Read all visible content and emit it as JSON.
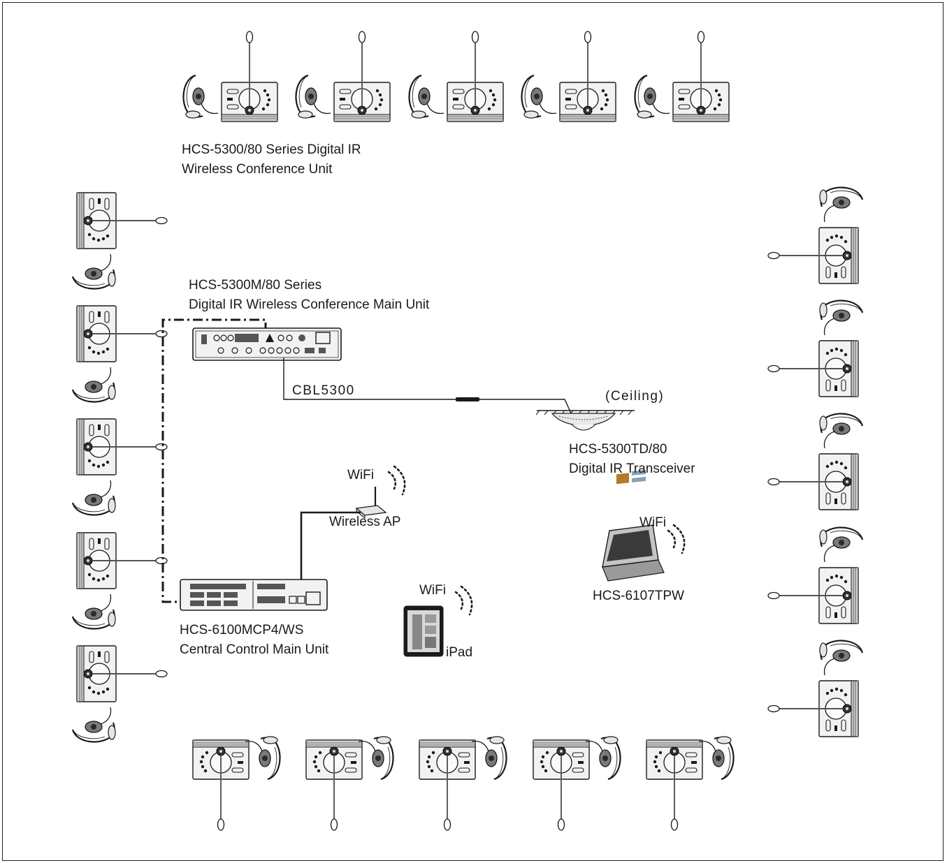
{
  "labels": {
    "delegate_unit": [
      "HCS-5300/80 Series Digital IR",
      "Wireless Conference Unit"
    ],
    "main_unit": [
      "HCS-5300M/80 Series",
      "Digital IR Wireless Conference Main Unit"
    ],
    "cable": "CBL5300",
    "ceiling": "(Ceiling)",
    "transceiver": [
      "HCS-5300TD/80",
      "Digital IR Transceiver"
    ],
    "wifi_ap": "WiFi",
    "wireless_ap": "Wireless AP",
    "wifi_panel": "WiFi",
    "touch_panel": "HCS-6107TPW",
    "wifi_ipad": "WiFi",
    "ipad": "iPad",
    "central_control": [
      "HCS-6100MCP4/WS",
      "Central Control Main Unit"
    ]
  },
  "units": {
    "top_count": 5,
    "bottom_count": 5,
    "left_count": 5,
    "right_count": 5
  },
  "colors": {
    "line": "#1a1a1a",
    "device_fill": "#f2f2f2",
    "device_dark": "#555555"
  }
}
